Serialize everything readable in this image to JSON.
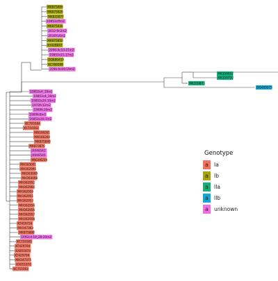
{
  "legend": {
    "title": "Genotype",
    "glyph": "a",
    "items": [
      {
        "label": "Ia",
        "color": "#f0735f"
      },
      {
        "label": "Ib",
        "color": "#a4a60c"
      },
      {
        "label": "IIa",
        "color": "#12b07a"
      },
      {
        "label": "IIb",
        "color": "#13a6d8"
      },
      {
        "label": "unknown",
        "color": "#ee6ee4"
      }
    ]
  },
  "tree": {
    "groups": [
      {
        "name": "upper-clade",
        "tips": [
          {
            "label": "MK875866",
            "genotype": "Ib"
          },
          {
            "label": "MK875826",
            "genotype": "Ib"
          },
          {
            "label": "MK832877",
            "genotype": "Ib"
          },
          {
            "label": "19853cffm2",
            "genotype": "unknown"
          },
          {
            "label": "MK875836",
            "genotype": "Ib"
          },
          {
            "label": "2012-9c2m2",
            "genotype": "unknown"
          },
          {
            "label": "2016YL6m2",
            "genotype": "unknown"
          },
          {
            "label": "MK875850",
            "genotype": "Ib"
          },
          {
            "label": "KY428847",
            "genotype": "Ib"
          },
          {
            "label": "2096-9c10-21m2",
            "genotype": "unknown"
          },
          {
            "label": "19853c21-17m2",
            "genotype": "unknown"
          },
          {
            "label": "DQ886419",
            "genotype": "Ib"
          },
          {
            "label": "KC786598",
            "genotype": "Ib"
          },
          {
            "label": "2096-9c09-19m2",
            "genotype": "unknown"
          }
        ]
      },
      {
        "name": "genotype-ii-clade",
        "tips": [
          {
            "label": "MK359952",
            "genotype": "IIa"
          },
          {
            "label": "MK359750",
            "genotype": "IIa"
          },
          {
            "label": "MK359873",
            "genotype": "IIa"
          },
          {
            "label": "DQ489573",
            "genotype": "IIb"
          }
        ]
      },
      {
        "name": "lower-clade",
        "tips": [
          {
            "label": "19853c4_19m2",
            "genotype": "unknown"
          },
          {
            "label": "19853c4_18m2",
            "genotype": "unknown"
          },
          {
            "label": "19853c20-19m2",
            "genotype": "unknown"
          },
          {
            "label": "1972fc12m2",
            "genotype": "unknown"
          },
          {
            "label": "1969fc10m2",
            "genotype": "unknown"
          },
          {
            "label": "1969fc8m2",
            "genotype": "unknown"
          },
          {
            "label": "19853c20-7m2",
            "genotype": "unknown"
          },
          {
            "label": "KC793584",
            "genotype": "Ia"
          },
          {
            "label": "KC716562",
            "genotype": "Ia"
          },
          {
            "label": "MN106261",
            "genotype": "Ia"
          },
          {
            "label": "MN106260",
            "genotype": "Ia"
          },
          {
            "label": "MK875849",
            "genotype": "Ia"
          },
          {
            "label": "MK873870",
            "genotype": "Ia"
          },
          {
            "label": "JX046542",
            "genotype": "unknown"
          },
          {
            "label": "JX046545",
            "genotype": "unknown"
          },
          {
            "label": "MN106259",
            "genotype": "Ia"
          },
          {
            "label": "MH363001",
            "genotype": "Ia"
          },
          {
            "label": "MH362995",
            "genotype": "Ia"
          },
          {
            "label": "MH363009",
            "genotype": "Ia"
          },
          {
            "label": "MH363008",
            "genotype": "Ia"
          },
          {
            "label": "MH362952",
            "genotype": "Ia"
          },
          {
            "label": "MH362964",
            "genotype": "Ia"
          },
          {
            "label": "MH362950",
            "genotype": "Ia"
          },
          {
            "label": "MH362951",
            "genotype": "Ia"
          },
          {
            "label": "MH362953",
            "genotype": "Ia"
          },
          {
            "label": "MH362954",
            "genotype": "Ia"
          },
          {
            "label": "MH362956",
            "genotype": "Ia"
          },
          {
            "label": "MH362957",
            "genotype": "Ia"
          },
          {
            "label": "MH362958",
            "genotype": "Ia"
          },
          {
            "label": "KT429734",
            "genotype": "Ia"
          },
          {
            "label": "MH347363",
            "genotype": "Ia"
          },
          {
            "label": "MK875888",
            "genotype": "Ia"
          },
          {
            "label": "1992cd-19_28-20m2",
            "genotype": "unknown"
          },
          {
            "label": "KC716565",
            "genotype": "Ia"
          },
          {
            "label": "KT429784",
            "genotype": "Ia"
          },
          {
            "label": "KX851874",
            "genotype": "Ia"
          },
          {
            "label": "KT429796",
            "genotype": "Ia"
          },
          {
            "label": "MH347375",
            "genotype": "Ia"
          },
          {
            "label": "KX851870",
            "genotype": "Ia"
          },
          {
            "label": "KC715563",
            "genotype": "Ia"
          }
        ]
      }
    ]
  }
}
